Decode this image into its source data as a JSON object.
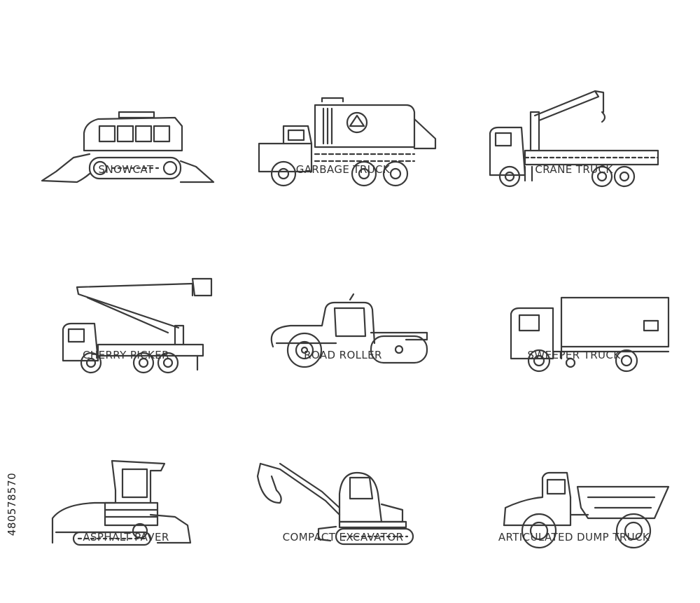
{
  "vehicles": [
    {
      "label": "SNOWCAT",
      "icon": "snowcat-icon"
    },
    {
      "label": "GARBAGE TRUCK",
      "icon": "garbage-truck-icon"
    },
    {
      "label": "CRANE TRUCK",
      "icon": "crane-truck-icon"
    },
    {
      "label": "CHERRY PICKER",
      "icon": "cherry-picker-icon"
    },
    {
      "label": "ROAD ROLLER",
      "icon": "road-roller-icon"
    },
    {
      "label": "SWEEPER TRUCK",
      "icon": "sweeper-truck-icon"
    },
    {
      "label": "ASPHALT PAVER",
      "icon": "asphalt-paver-icon"
    },
    {
      "label": "COMPACT EXCAVATOR",
      "icon": "compact-excavator-icon"
    },
    {
      "label": "ARTICULATED DUMP TRUCK",
      "icon": "articulated-dump-truck-icon"
    }
  ],
  "stock_id": "480578570",
  "colors": {
    "line": "#3a3a3a",
    "text": "#333333",
    "background": "#ffffff"
  }
}
